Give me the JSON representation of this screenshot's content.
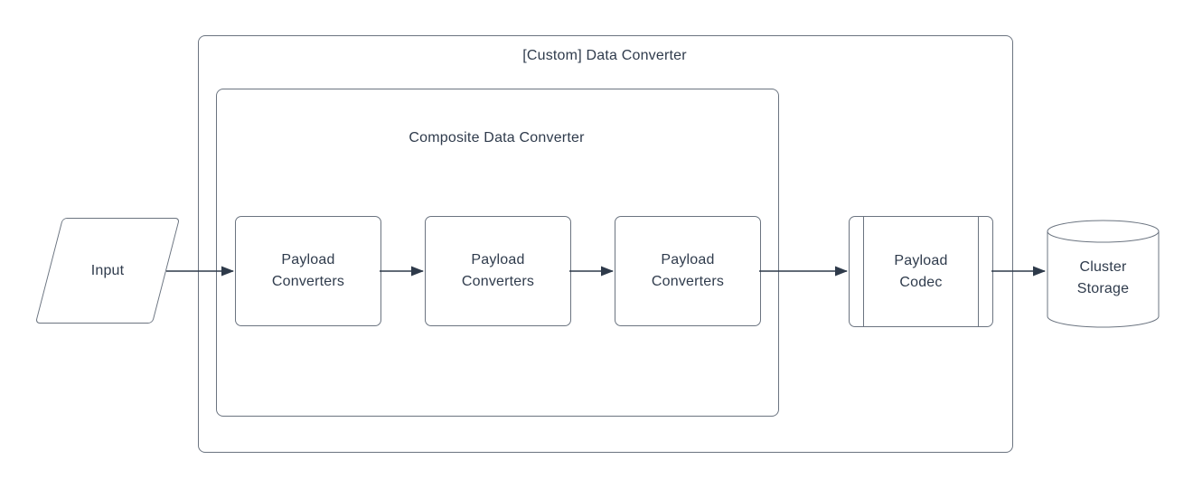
{
  "diagram": {
    "outer_group": {
      "title": "[Custom] Data Converter"
    },
    "inner_group": {
      "title": "Composite Data Converter"
    },
    "nodes": {
      "input": {
        "label": "Input",
        "shape": "parallelogram"
      },
      "payload_converter_1": {
        "label": "Payload\nConverters",
        "shape": "rounded-rectangle"
      },
      "payload_converter_2": {
        "label": "Payload\nConverters",
        "shape": "rounded-rectangle"
      },
      "payload_converter_3": {
        "label": "Payload\nConverters",
        "shape": "rounded-rectangle"
      },
      "payload_codec": {
        "label": "Payload\nCodec",
        "shape": "predefined-process"
      },
      "cluster_storage": {
        "label": "Cluster\nStorage",
        "shape": "cylinder"
      }
    },
    "edges": [
      {
        "from": "input",
        "to": "payload_converter_1"
      },
      {
        "from": "payload_converter_1",
        "to": "payload_converter_2"
      },
      {
        "from": "payload_converter_2",
        "to": "payload_converter_3"
      },
      {
        "from": "payload_converter_3",
        "to": "payload_codec"
      },
      {
        "from": "payload_codec",
        "to": "cluster_storage"
      }
    ],
    "colors": {
      "border": "#6b7480",
      "text": "#2f3b4c",
      "arrow": "#2e3a4a",
      "background": "#ffffff"
    }
  }
}
